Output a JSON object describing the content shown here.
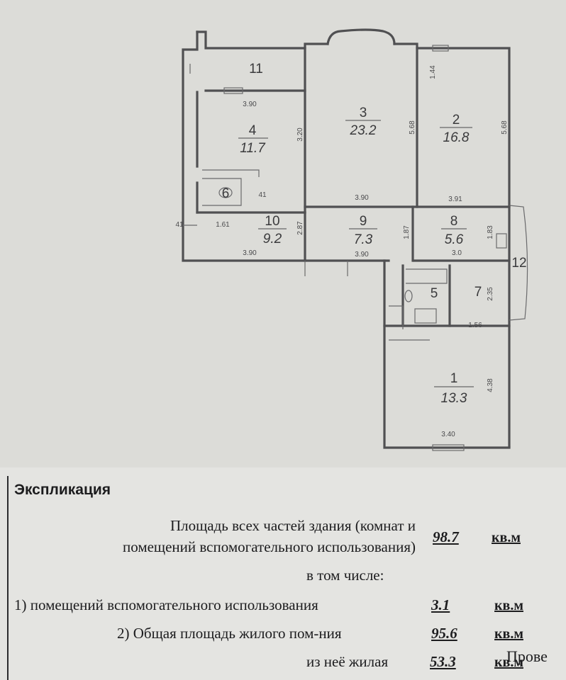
{
  "plan": {
    "rooms": [
      {
        "num": "1",
        "area": "13.3"
      },
      {
        "num": "2",
        "area": "16.8"
      },
      {
        "num": "3",
        "area": "23.2"
      },
      {
        "num": "4",
        "area": "11.7"
      },
      {
        "num": "5",
        "area": ""
      },
      {
        "num": "6",
        "area": ""
      },
      {
        "num": "7",
        "area": ""
      },
      {
        "num": "8",
        "area": "5.6"
      },
      {
        "num": "9",
        "area": "7.3"
      },
      {
        "num": "10",
        "area": "9.2"
      },
      {
        "num": "11",
        "area": ""
      },
      {
        "num": "12",
        "area": ""
      }
    ],
    "dimensions": {
      "d_390_top": "3.90",
      "d_320": "3.20",
      "d_568a": "5.68",
      "d_568b": "5.68",
      "d_144": "1.44",
      "d_390_mid": "3.90",
      "d_391": "3.91",
      "d_161": "1.61",
      "d_287": "2.87",
      "d_187": "1.87",
      "d_183": "1.83",
      "d_390_low": "3.90",
      "d_390_low2": "3.90",
      "d_30": "3.0",
      "d_235": "2.35",
      "d_156": "1.56",
      "d_438": "4.38",
      "d_340": "3.40",
      "d_41": "41",
      "d_41b": "41"
    }
  },
  "explication": {
    "title": "Экспликация",
    "total_line1": "Площадь всех частей здания (комнат и",
    "total_line2": "помещений вспомогательного использования)",
    "total_value": "98.7",
    "unit": "кв.м",
    "including": "в том числе:",
    "aux_label": "1) помещений вспомогательного использования",
    "aux_value": "3.1",
    "living_total_label": "2) Общая площадь жилого пом-ния",
    "living_total_value": "95.6",
    "living_label": "из неё жилая",
    "living_value": "53.3",
    "unit_partial": "кв.м",
    "stamp_text": "Прове"
  }
}
